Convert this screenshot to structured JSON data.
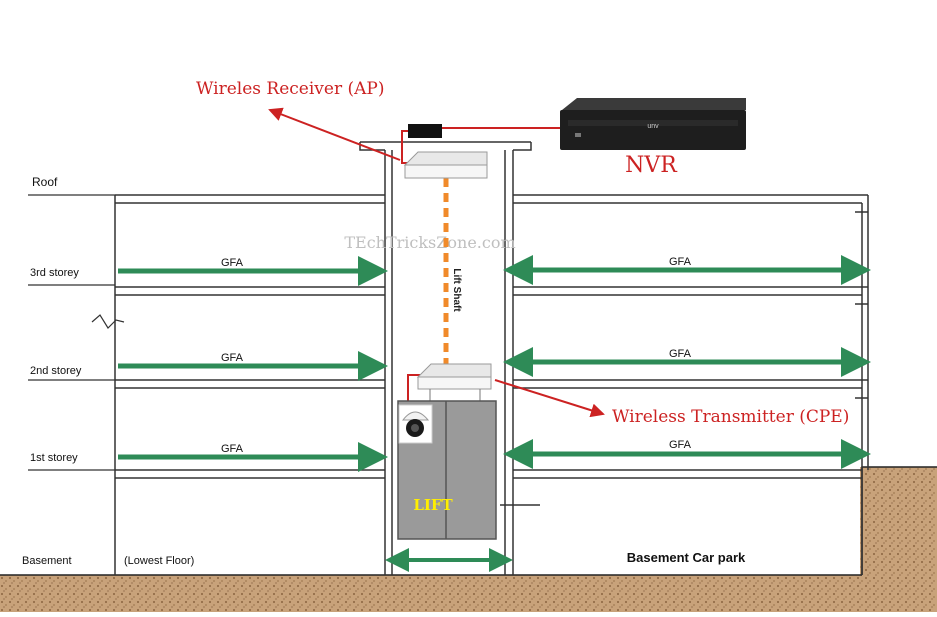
{
  "labels": {
    "ap": "Wireles Receiver (AP)",
    "cpe": "Wireless Transmitter (CPE)",
    "nvr": "NVR",
    "lift_shaft": "Lift Shaft",
    "lift": "LIFT",
    "watermark": "TEchTricksZone.com",
    "basement_car_park": "Basement Car park",
    "nvr_brand": "unv"
  },
  "floors": {
    "roof": "Roof",
    "third": "3rd storey",
    "second": "2nd storey",
    "first": "1st storey",
    "basement": "Basement",
    "lowest": "(Lowest Floor)"
  },
  "gfa": [
    "GFA",
    "GFA",
    "GFA",
    "GFA",
    "GFA",
    "GFA"
  ],
  "colors": {
    "callout": "#cc2222",
    "arrow_green": "#2e8b57",
    "lift_dash": "#f08a2a",
    "lift_text": "#ffee00",
    "lift_door": "#9a9a9a",
    "ground": "#c8a27a"
  }
}
